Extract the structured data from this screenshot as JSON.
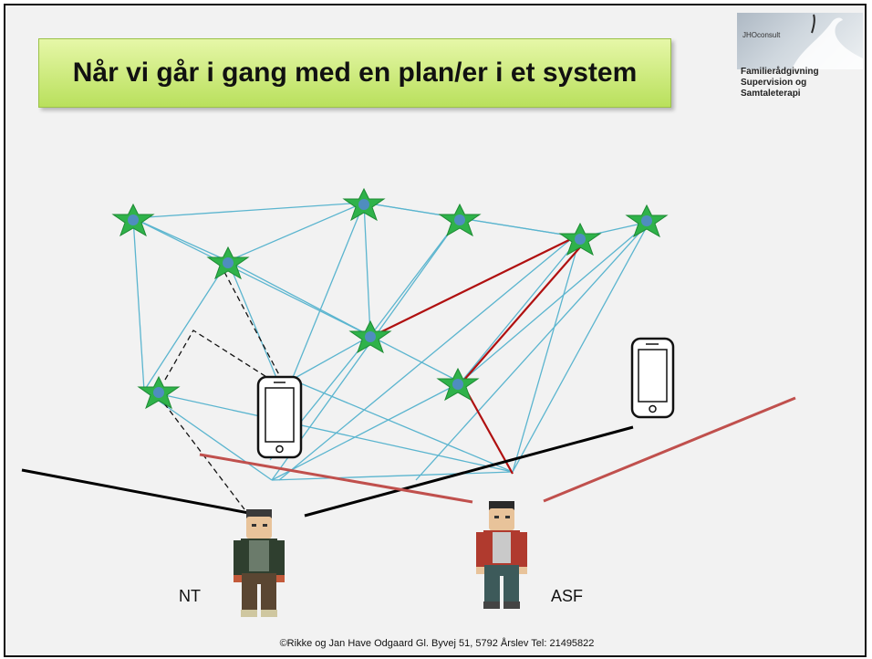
{
  "title": "Når vi går i gang med en plan/er i et system",
  "logo": {
    "brand": "JHOconsult",
    "lines": [
      "Familierådgivning",
      "Supervision og",
      "Samtaleterapi"
    ]
  },
  "persons": {
    "left_label": "NT",
    "right_label": "ASF"
  },
  "footer": "©Rikke og Jan Have Odgaard  Gl. Byvej 51, 5792 Årslev Tel: 21495822",
  "colors": {
    "network_line": "#5bb5cf",
    "star": "#2fb24a",
    "red_link": "#b01010",
    "divider_red": "#c0504d",
    "divider_black": "#000000"
  },
  "icons": [
    "star-node-icon",
    "smartphone-icon",
    "person-figure-icon",
    "swan-logo-icon"
  ]
}
